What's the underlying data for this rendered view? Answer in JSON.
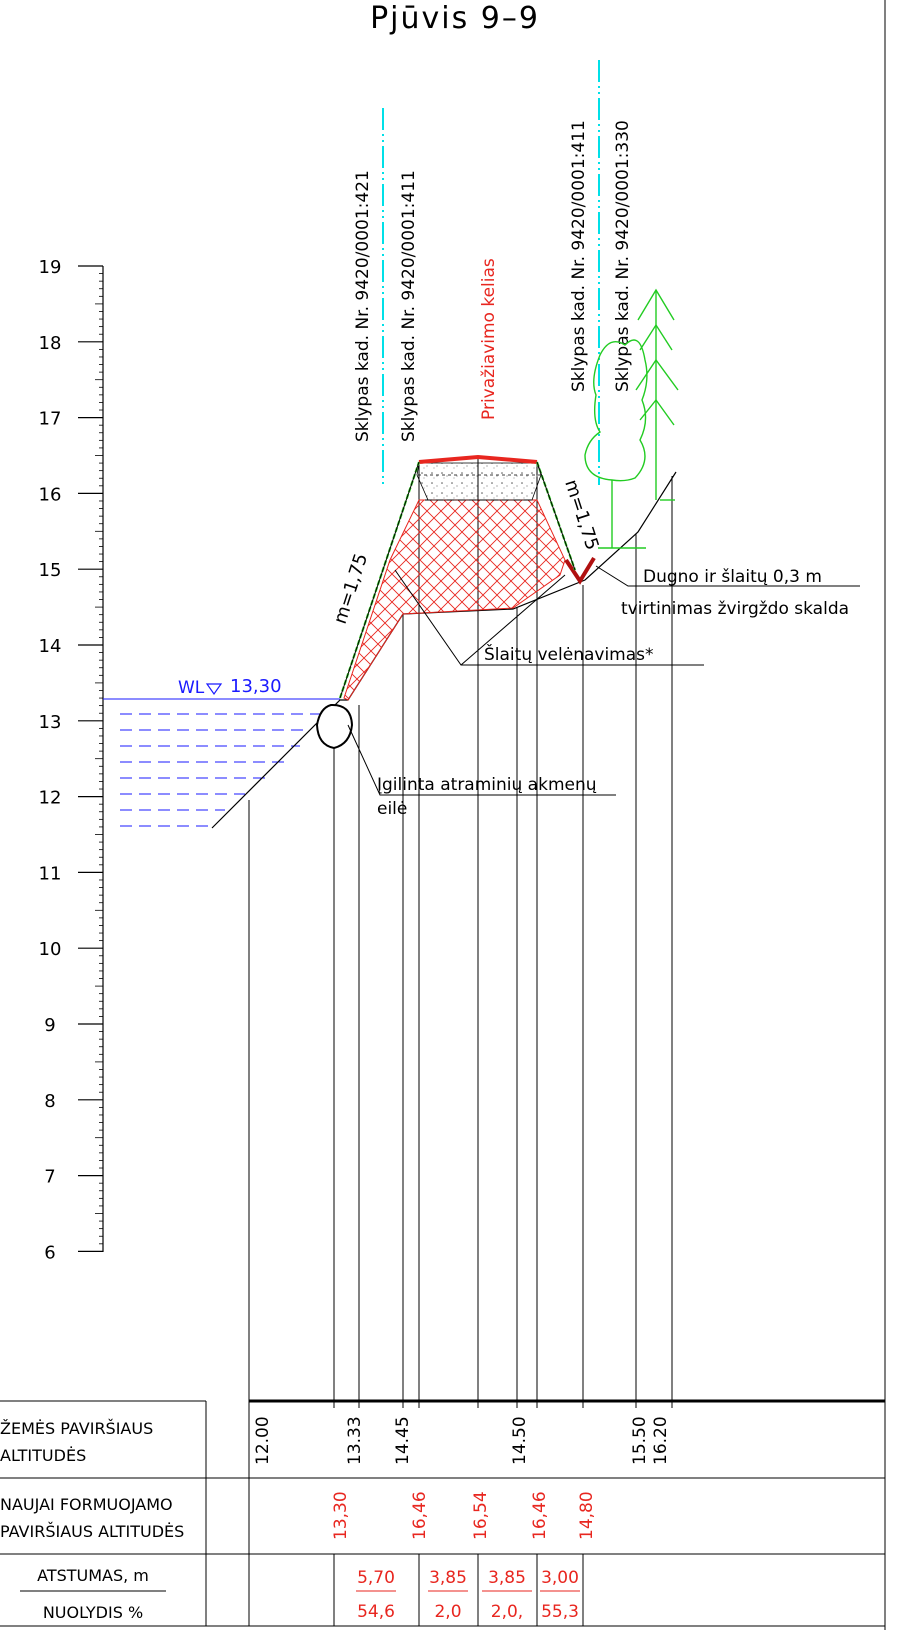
{
  "title": "Pjūvis 9–9",
  "scale": {
    "labels": [
      "19",
      "18",
      "17",
      "16",
      "15",
      "14",
      "13",
      "12",
      "11",
      "10",
      "9",
      "8",
      "7",
      "6"
    ]
  },
  "water": {
    "label": "WL",
    "level": "13,30"
  },
  "parcels": {
    "left_1": "Sklypas kad. Nr. 9420/0001:421",
    "left_2": "Sklypas kad. Nr. 9420/0001:411",
    "right_1": "Sklypas kad. Nr. 9420/0001:411",
    "right_2": "Sklypas kad. Nr. 9420/0001:330"
  },
  "road_label": "Privažiavimo kelias",
  "slopes": {
    "left": "m=1,75",
    "right": "m=1,75"
  },
  "annotations": {
    "ditch_line1": "Dugno ir šlaitų 0,3 m",
    "ditch_line2": "tvirtinimas žvirgždo skalda",
    "turf": "Šlaitų velėnavimas*",
    "stones_line1": "Įgilinta atraminių akmenų",
    "stones_line2": "eilė"
  },
  "table": {
    "row1_label_1": "ŽEMĖS PAVIRŠIAUS",
    "row1_label_2": "ALTITUDĖS",
    "row2_label_1": "NAUJAI FORMUOJAMO",
    "row2_label_2": "PAVIRŠIAUS ALTITUDĖS",
    "row3_label_1": "ATSTUMAS, m",
    "row3_label_2": "NUOLYDIS %",
    "existing": [
      "12.00",
      "13.33",
      "14.45",
      "14.50",
      "15.50",
      "16.20"
    ],
    "designed": [
      "13,30",
      "16,46",
      "16,54",
      "16,46",
      "14,80"
    ],
    "distances": [
      "5,70",
      "3,85",
      "3,85",
      "3,00"
    ],
    "slopes": [
      "54,6",
      "2,0",
      "2,0,",
      "55,3"
    ]
  },
  "colors": {
    "design": "#e8261f",
    "water": "#1a1aff",
    "boundary": "#00e0e8",
    "grass": "#39d12c",
    "tree": "#22cc22"
  }
}
